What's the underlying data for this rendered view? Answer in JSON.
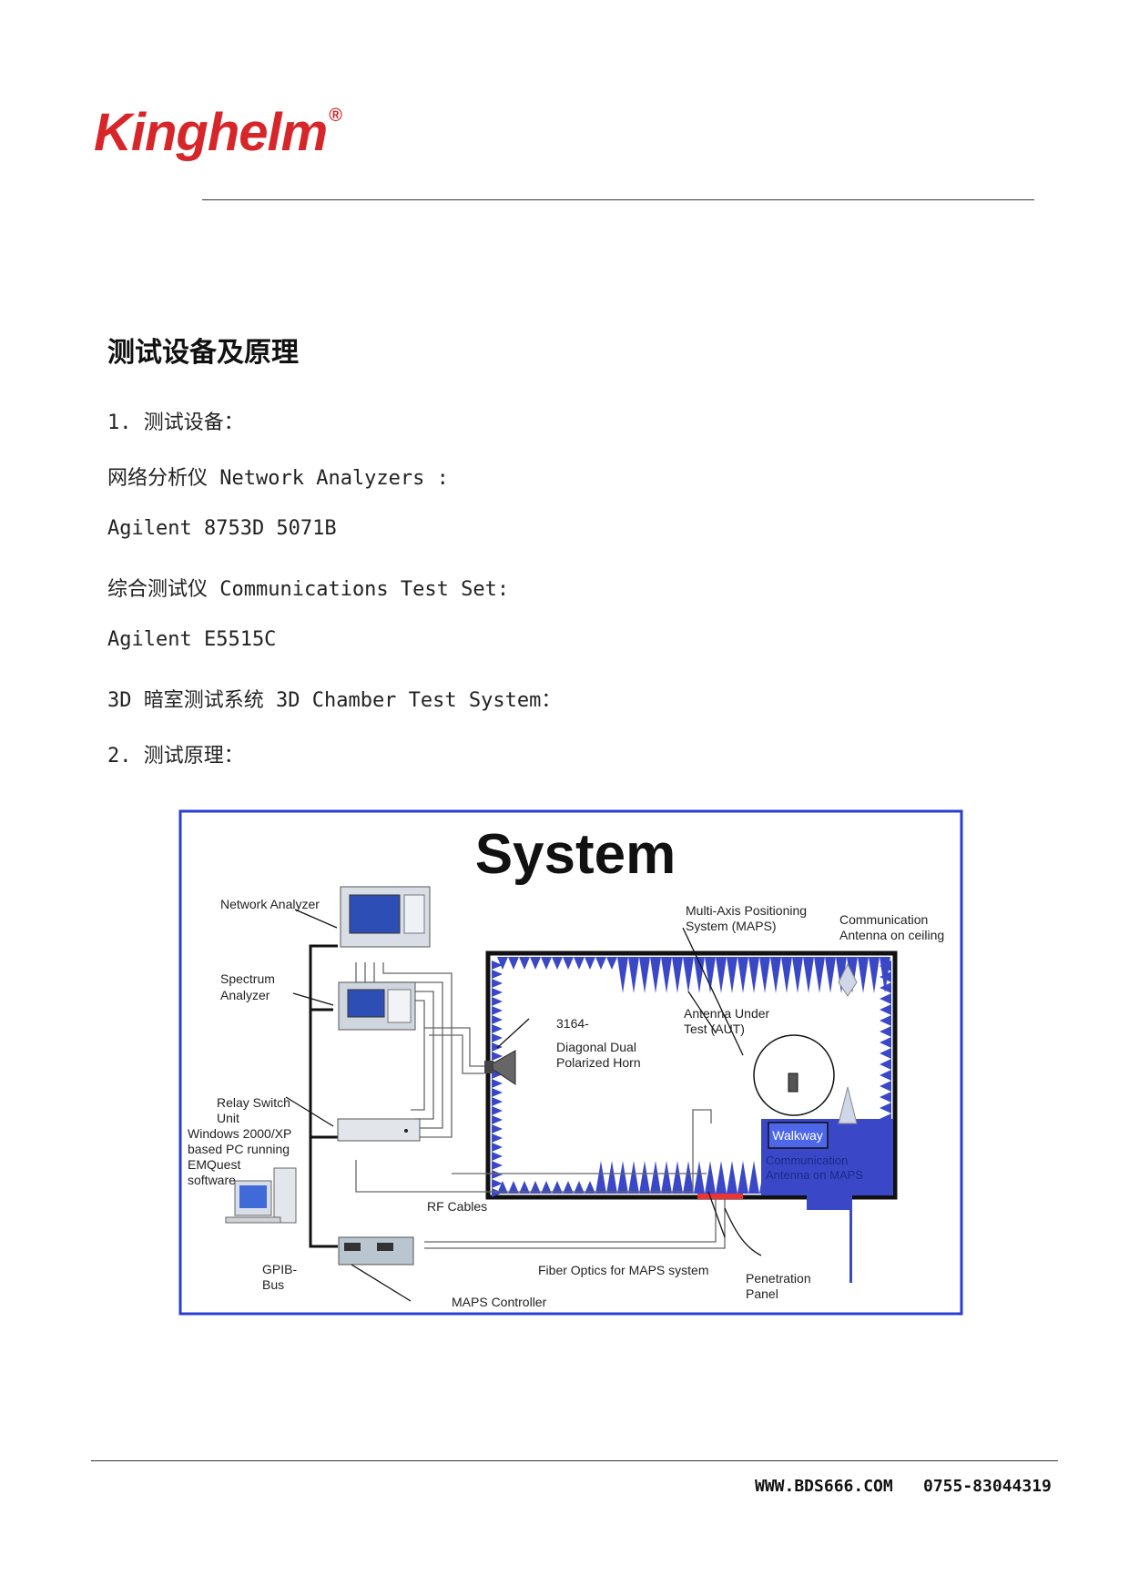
{
  "logo": {
    "text": "Kinghelm",
    "registered": "®",
    "color": "#d7262a"
  },
  "heading": "测试设备及原理",
  "lines": [
    "1. 测试设备：",
    "网络分析仪 Network Analyzers :",
    "Agilent 8753D 5071B",
    "综合测试仪 Communications Test Set:",
    "Agilent E5515C",
    "3D 暗室测试系统 3D Chamber Test System：",
    "2. 测试原理："
  ],
  "diagram": {
    "title": "System",
    "labels": {
      "network_analyzer": "Network Analyzer",
      "spectrum_line1": "Spectrum",
      "spectrum_line2": "Analyzer",
      "relay_line1": "Relay Switch",
      "relay_line2": "Unit",
      "pc_line1": "Windows 2000/XP",
      "pc_line2": "based PC running",
      "pc_line3": "EMQuest",
      "pc_line4": "software",
      "gpib_line1": "GPIB-",
      "gpib_line2": "Bus",
      "rf_cables": "RF Cables",
      "maps_controller": "MAPS Controller",
      "fiber_optics": "Fiber Optics for MAPS system",
      "penetration_line1": "Penetration",
      "penetration_line2": "Panel",
      "horn_line1": "3164-",
      "horn_line2": "Diagonal Dual",
      "horn_line3": "Polarized Horn",
      "aut_line1": "Antenna Under",
      "aut_line2": "Test (AUT)",
      "maps_line1": "Multi-Axis Positioning",
      "maps_line2": "System (MAPS)",
      "ceiling_line1": "Communication",
      "ceiling_line2": "Antenna on ceiling",
      "walkway": "Walkway",
      "comm_maps_line1": "Communication",
      "comm_maps_line2": "Antenna on MAPS"
    },
    "colors": {
      "border": "#2a3fd0",
      "chamber": "#3a48c8",
      "title": "#111111"
    }
  },
  "footer": {
    "website": "WWW.BDS666.COM",
    "phone": "0755-83044319"
  }
}
